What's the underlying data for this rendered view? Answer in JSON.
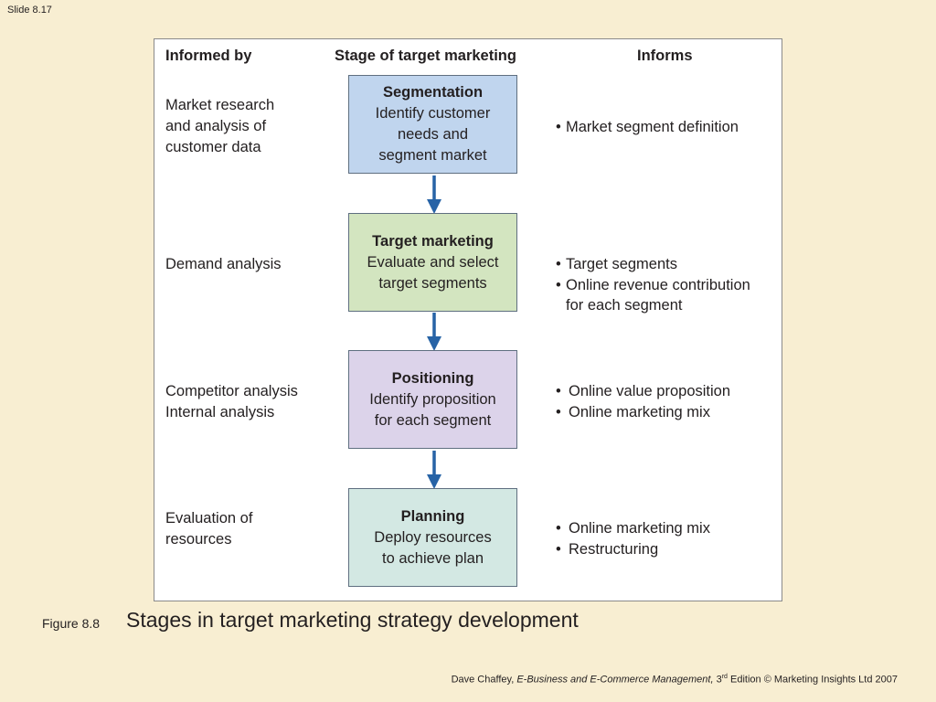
{
  "slide_label": "Slide 8.17",
  "headers": {
    "informed_by": "Informed by",
    "stage": "Stage of target marketing",
    "informs": "Informs"
  },
  "stages": [
    {
      "title": "Segmentation",
      "lines": [
        "Identify customer",
        "needs and",
        "segment market"
      ],
      "color": "#c0d5ee",
      "informed_by": [
        "Market research",
        "and analysis of",
        "customer data"
      ],
      "informs": [
        "Market segment definition"
      ]
    },
    {
      "title": "Target marketing",
      "lines": [
        "Evaluate and select",
        "target segments"
      ],
      "color": "#d3e5c0",
      "informed_by": [
        "Demand analysis"
      ],
      "informs": [
        "Target segments",
        "Online revenue contribution",
        "for each segment"
      ]
    },
    {
      "title": "Positioning",
      "lines": [
        "Identify proposition",
        "for each segment"
      ],
      "color": "#dcd3ea",
      "informed_by": [
        "Competitor analysis",
        "Internal analysis"
      ],
      "informs": [
        "Online value proposition",
        "Online marketing mix"
      ]
    },
    {
      "title": "Planning",
      "lines": [
        "Deploy resources",
        "to achieve plan"
      ],
      "color": "#d3e8e3",
      "informed_by": [
        "Evaluation of",
        "resources"
      ],
      "informs": [
        "Online marketing mix",
        "Restructuring"
      ]
    }
  ],
  "arrow_color": "#2763a6",
  "caption": {
    "label": "Figure 8.8",
    "title": "Stages in target marketing strategy development"
  },
  "footer": {
    "author": "Dave Chaffey, ",
    "book": "E-Business and E-Commerce Management,",
    "edition_num": " 3",
    "edition_sup": "rd",
    "edition_rest": " Edition © Marketing Insights Ltd 2007"
  }
}
